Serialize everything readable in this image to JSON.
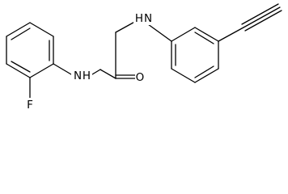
{
  "atoms": {
    "nh_left": "N",
    "nh_left_h": "H",
    "nh_right_h": "H",
    "nh_right_n": "N",
    "carbonyl_o": "O",
    "fluorine": "F"
  }
}
